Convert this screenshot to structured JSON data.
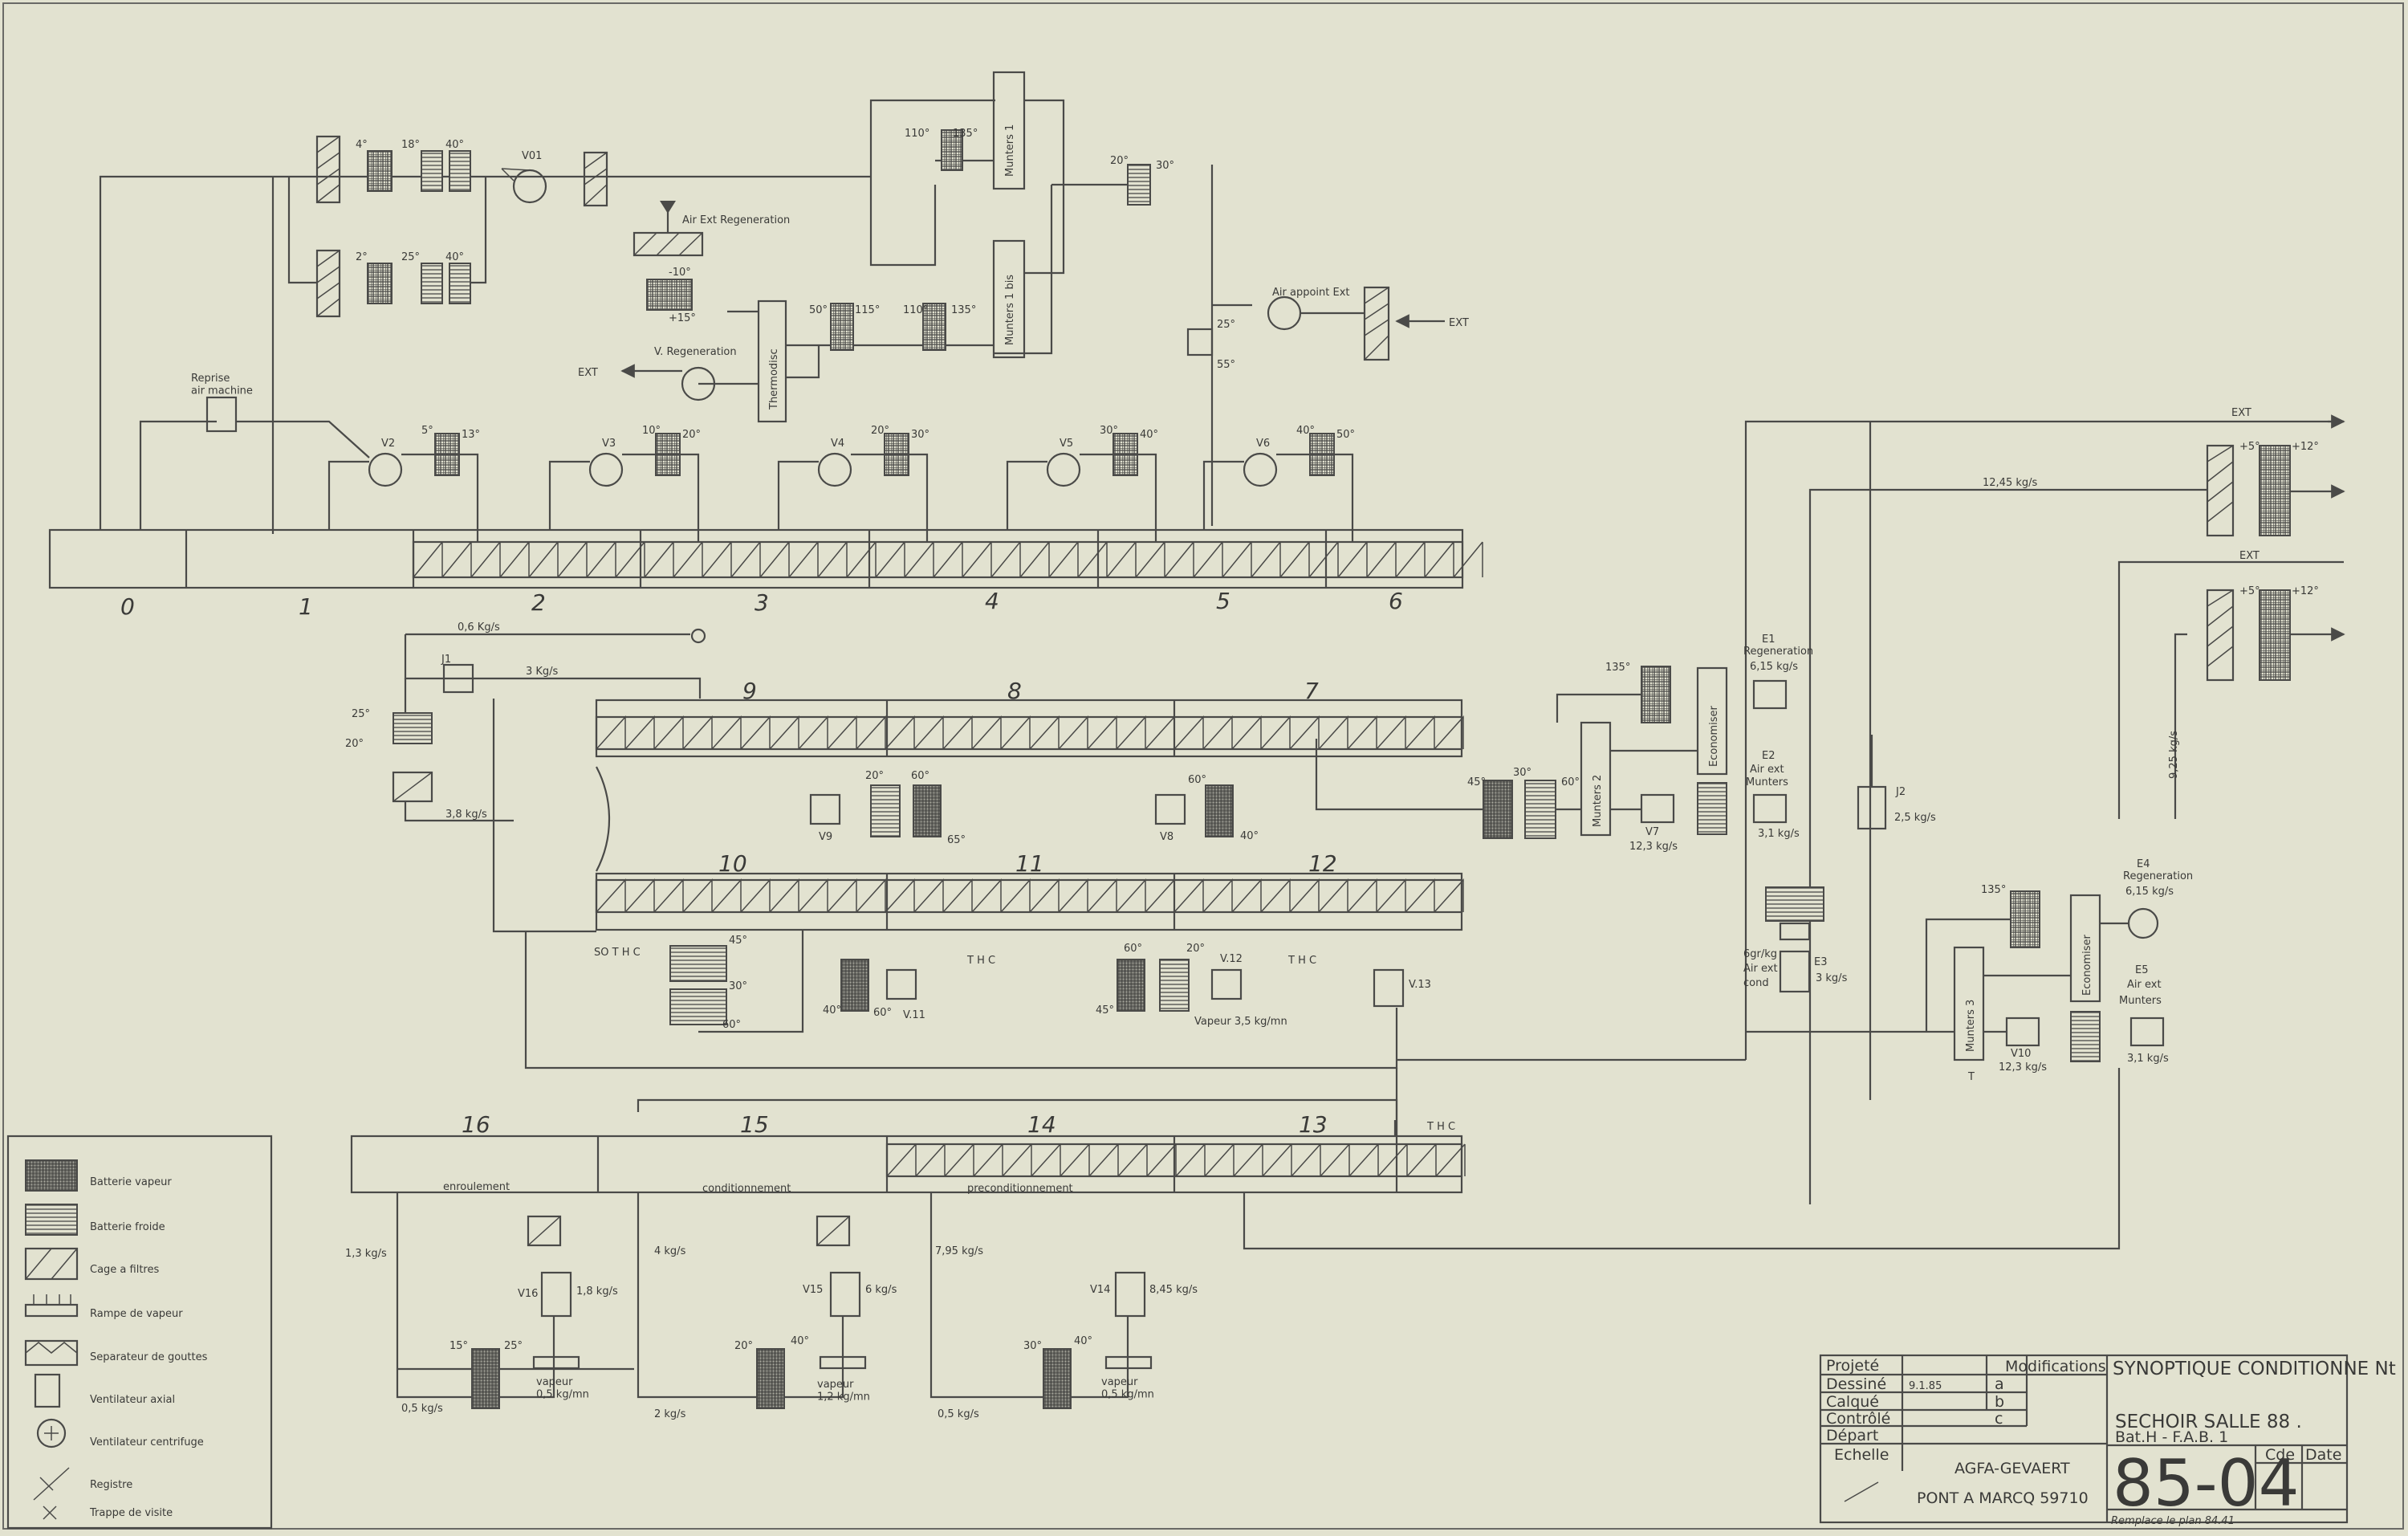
{
  "title_block": {
    "title": "SYNOPTIQUE CONDITIONNE Nt",
    "subtitle": "SECHOIR SALLE 88 .",
    "building": "Bat.H - F.A.B. 1",
    "company": "AGFA-GEVAERT",
    "location": "PONT A MARCQ 59710",
    "drawing_no": "85-04",
    "replaces": "Remplace le plan 84.41",
    "date": "9.1.85",
    "fields": [
      "Projeté",
      "Dessiné",
      "Calqué",
      "Contrôlé",
      "Départ",
      "Echelle"
    ],
    "modifications": "Modifications",
    "rev": [
      "a",
      "b",
      "c"
    ],
    "cde": "Cde",
    "date_hdr": "Date"
  },
  "legend": [
    {
      "label": "Batterie vapeur",
      "symbol": "steam-coil"
    },
    {
      "label": "Batterie froide",
      "symbol": "cooling-coil"
    },
    {
      "label": "Cage a filtres",
      "symbol": "filter-cage"
    },
    {
      "label": "Rampe de vapeur",
      "symbol": "steam-ramp"
    },
    {
      "label": "Separateur de gouttes",
      "symbol": "droplet-separator"
    },
    {
      "label": "Ventilateur axial",
      "symbol": "axial-fan"
    },
    {
      "label": "Ventilateur centrifuge",
      "symbol": "centrifugal-fan"
    },
    {
      "label": "Registre",
      "symbol": "damper"
    },
    {
      "label": "Trappe de visite",
      "symbol": "inspection-hatch"
    }
  ],
  "zones_top": [
    "0",
    "1",
    "2",
    "3",
    "4",
    "5",
    "6"
  ],
  "zones_mid_top": [
    "9",
    "8",
    "7"
  ],
  "zones_mid_bot": [
    "10",
    "11",
    "12"
  ],
  "zones_bottom": [
    "16",
    "15",
    "14",
    "13"
  ],
  "bottom_section_labels": [
    "enroulement",
    "conditionnement",
    "preconditionnement"
  ],
  "top_labels": {
    "v01": "V01",
    "reprise": "Reprise\nair machine",
    "air_ext_regen": "Air Ext Regeneration",
    "v_regen": "V. Regeneration",
    "thermodisc": "Thermodisc",
    "munters1": "Munters 1",
    "munters_bis": "Munters 1 bis",
    "air_appoint": "Air appoint Ext",
    "ext1": "EXT",
    "ext2": "EXT",
    "fans": [
      "V2",
      "V3",
      "V4",
      "V5",
      "V6"
    ],
    "t_4": "4°",
    "t_18": "18°",
    "t_40a": "40°",
    "t_2": "2°",
    "t_25a": "25°",
    "t_40b": "40°",
    "t_m10": "-10°",
    "t_p15": "+15°",
    "t_50": "50°",
    "t_115": "115°",
    "t_110": "110°",
    "t_135a": "135°",
    "t_135b": "135°",
    "t_110b": "110°",
    "t_20a": "20°",
    "t_30a": "30°",
    "t_25b": "25°",
    "t_55": "55°",
    "t_5": "5°",
    "t_13": "13°",
    "t_10": "10°",
    "t_20b": "20°",
    "t_20c": "20°",
    "t_30b": "30°",
    "t_30c": "30°",
    "t_40c": "40°",
    "t_40d": "40°",
    "t_50b": "50°"
  },
  "mid_labels": {
    "flow_06": "0,6 Kg/s",
    "j1": "J1",
    "flow_3": "3 Kg/s",
    "t_25": "25°",
    "t_20": "20°",
    "flow_38": "3,8 kg/s",
    "v9": "V9",
    "v8": "V8",
    "t_20a": "20°",
    "t_60a": "60°",
    "t_65": "65°",
    "t_60b": "60°",
    "t_40": "40°",
    "t_45": "45°",
    "t_30": "30°",
    "t_60c": "60°",
    "v11": "V.11",
    "v12": "V.12",
    "v13": "V.13",
    "t_40b": "40°",
    "t_60d": "60°",
    "t_45b": "45°",
    "t_60e": "60°",
    "t_20b": "20°",
    "t_45c": "45°",
    "t_30b": "30°",
    "t_60f": "60°",
    "thc": "T H C",
    "so_thc": "SO T H C",
    "vapeur": "Vapeur 3,5 kg/mn"
  },
  "right_labels": {
    "ext_top": "EXT",
    "ext_mid": "EXT",
    "flow_1245": "12,45 kg/s",
    "t_p5a": "+5°",
    "t_p12a": "+12°",
    "t_p5b": "+5°",
    "t_p12b": "+12°",
    "t_135a": "135°",
    "t_45": "45°",
    "t_30": "30°",
    "t_60": "60°",
    "e1": "E1",
    "e1_regen": "Regeneration",
    "e1_flow": "6,15 kg/s",
    "economiser1": "Economiser",
    "munters2": "Munters 2",
    "e2": "E2",
    "e2_air": "Air ext",
    "e2_munters": "Munters",
    "e2_flow": "3,1 kg/s",
    "v7": "V7",
    "v7_flow": "12,3 kg/s",
    "j2": "J2",
    "j2_flow": "2,5 kg/s",
    "e3": "E3",
    "e3_flow": "3 kg/s",
    "e3_note": "6gr/kg",
    "e3_air": "Air ext",
    "e3_cond": "cond",
    "e4": "E4",
    "e4_regen": "Regeneration",
    "e4_flow": "6,15 kg/s",
    "t_135b": "135°",
    "economiser2": "Economiser",
    "munters3": "Munters 3",
    "v10": "V10",
    "v10_flow": "12,3 kg/s",
    "e5": "E5",
    "e5_air": "Air ext",
    "e5_munters": "Munters",
    "e5_flow": "3,1 kg/s",
    "flow_925": "9,25 kg/s",
    "t_mark": "T"
  },
  "bottom_labels": {
    "flow_13": "1,3 kg/s",
    "flow_4": "4 kg/s",
    "flow_795": "7,95 kg/s",
    "v16": "V16",
    "v16_flow": "1,8 kg/s",
    "v15": "V15",
    "v15_flow": "6 kg/s",
    "v14": "V14",
    "v14_flow": "8,45 kg/s",
    "t_15": "15°",
    "t_25": "25°",
    "t_20": "20°",
    "t_40a": "40°",
    "t_30": "30°",
    "t_40b": "40°",
    "vap1": "vapeur\n0,5 kg/mn",
    "vap2": "vapeur\n1,2 kg/mn",
    "vap3": "vapeur\n0,5 kg/mn",
    "flow_05a": "0,5 kg/s",
    "flow_2": "2 kg/s",
    "flow_05b": "0,5 kg/s",
    "thc": "T H C"
  },
  "colors": {
    "paper": "#e2e2d0",
    "ink": "#4a4a48"
  }
}
